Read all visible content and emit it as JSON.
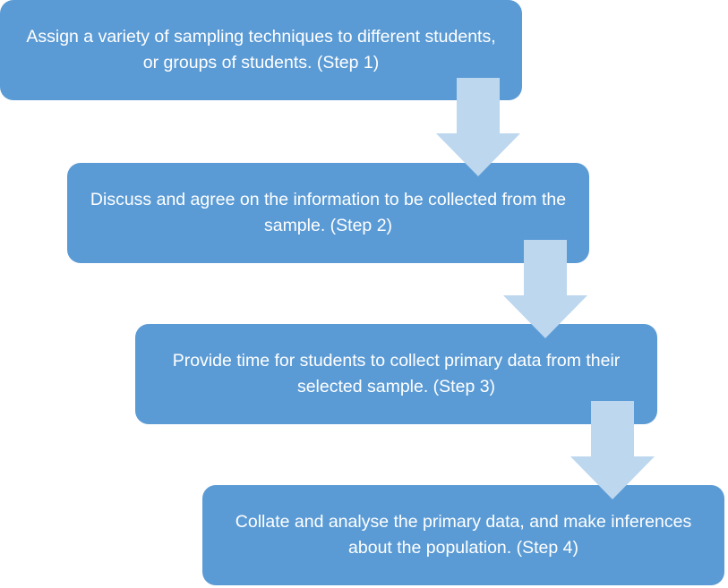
{
  "steps": [
    {
      "text": "Assign a variety of sampling techniques to different students, or groups of students. (Step 1)"
    },
    {
      "text": "Discuss and agree on the information to be collected from the sample. (Step 2)"
    },
    {
      "text": "Provide time for students to collect primary data from their selected sample. (Step 3)"
    },
    {
      "text": "Collate and analyse the primary data, and make inferences about the population. (Step 4)"
    }
  ],
  "colors": {
    "box": "#5b9bd5",
    "arrow": "#bdd7ee",
    "text": "#ffffff"
  }
}
